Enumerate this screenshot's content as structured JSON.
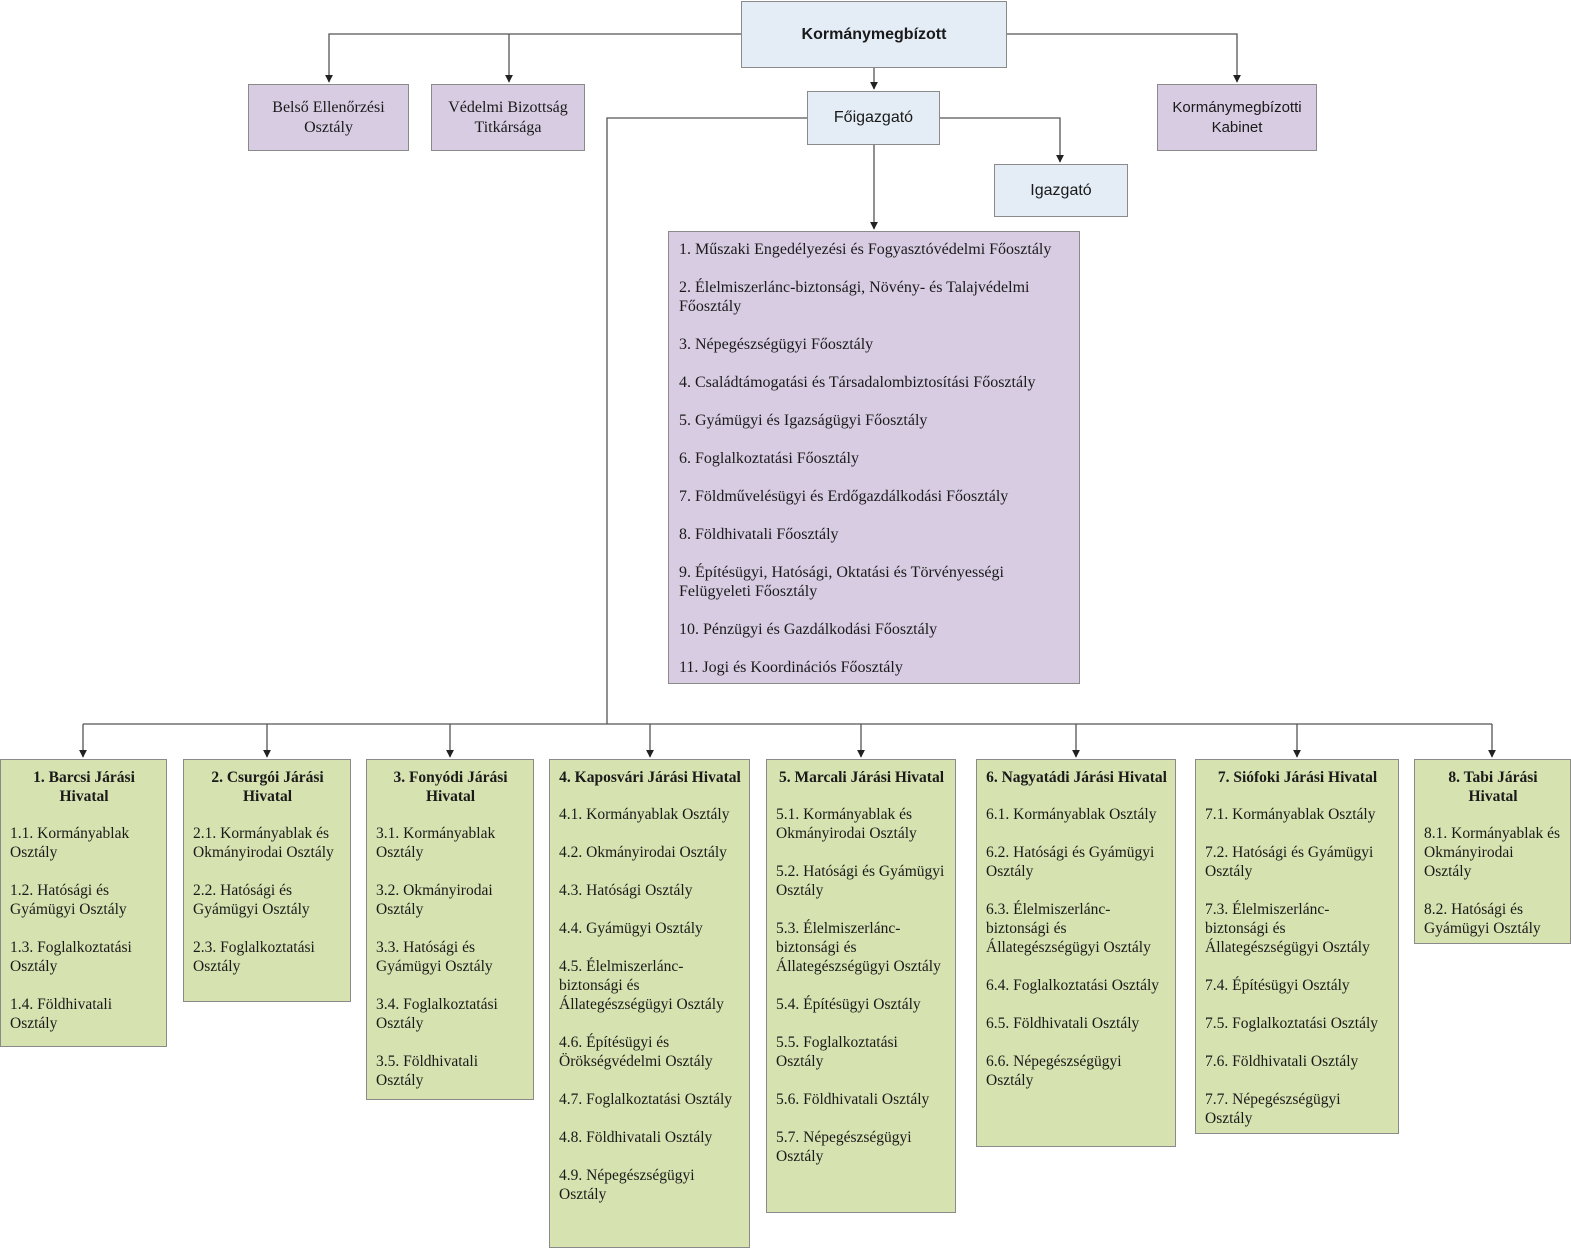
{
  "top": {
    "kormanymegbizott": "Kormánymegbízott",
    "belso_ellenorzesi": "Belső Ellenőrzési Osztály",
    "vedelmi_bizottsag": "Védelmi Bizottság Titkársága",
    "foigazgato": "Főigazgató",
    "kabinet": "Kormánymegbízotti Kabinet",
    "igazgato": "Igazgató"
  },
  "foosztalyok": [
    "1. Műszaki Engedélyezési és Fogyasztóvédelmi Főosztály",
    "2. Élelmiszerlánc-biztonsági, Növény- és Talajvédelmi Főosztály",
    "3. Népegészségügyi Főosztály",
    "4. Családtámogatási és Társadalombiztosítási Főosztály",
    "5. Gyámügyi és Igazságügyi Főosztály",
    "6. Foglalkoztatási Főosztály",
    "7. Földművelésügyi és Erdőgazdálkodási Főosztály",
    "8. Földhivatali Főosztály",
    "9. Építésügyi, Hatósági, Oktatási és Törvényességi Felügyeleti Főosztály",
    "10. Pénzügyi és Gazdálkodási Főosztály",
    "11. Jogi és Koordinációs Főosztály"
  ],
  "jarasi_hivatalok": [
    {
      "title": "1. Barcsi Járási Hivatal",
      "items": [
        "1.1. Kormányablak Osztály",
        "1.2. Hatósági és Gyámügyi Osztály",
        "1.3. Foglalkoztatási Osztály",
        "1.4. Földhivatali Osztály"
      ]
    },
    {
      "title": "2. Csurgói Járási Hivatal",
      "items": [
        "2.1. Kormányablak és Okmányirodai Osztály",
        "2.2. Hatósági és Gyámügyi Osztály",
        "2.3. Foglalkoztatási Osztály"
      ]
    },
    {
      "title": "3. Fonyódi Járási Hivatal",
      "items": [
        "3.1. Kormányablak Osztály",
        "3.2. Okmányirodai Osztály",
        "3.3. Hatósági és Gyámügyi Osztály",
        "3.4. Foglalkoztatási Osztály",
        "3.5. Földhivatali Osztály"
      ]
    },
    {
      "title": "4. Kaposvári Járási Hivatal",
      "items": [
        "4.1. Kormányablak Osztály",
        "4.2. Okmányirodai Osztály",
        "4.3. Hatósági Osztály",
        "4.4. Gyámügyi Osztály",
        "4.5. Élelmiszerlánc-biztonsági és Állategészségügyi Osztály",
        "4.6. Építésügyi és Örökségvédelmi Osztály",
        "4.7. Foglalkoztatási Osztály",
        "4.8. Földhivatali Osztály",
        "4.9. Népegészségügyi Osztály"
      ]
    },
    {
      "title": "5. Marcali Járási Hivatal",
      "items": [
        "5.1. Kormányablak és Okmányirodai Osztály",
        "5.2. Hatósági és Gyámügyi Osztály",
        "5.3. Élelmiszerlánc-biztonsági és Állategészségügyi Osztály",
        "5.4. Építésügyi Osztály",
        "5.5. Foglalkoztatási Osztály",
        "5.6. Földhivatali Osztály",
        "5.7. Népegészségügyi Osztály"
      ]
    },
    {
      "title": "6. Nagyatádi Járási Hivatal",
      "items": [
        "6.1. Kormányablak Osztály",
        "6.2. Hatósági és Gyámügyi Osztály",
        "6.3. Élelmiszerlánc-biztonsági és Állategészségügyi Osztály",
        "6.4. Foglalkoztatási Osztály",
        "6.5. Földhivatali Osztály",
        "6.6. Népegészségügyi Osztály"
      ]
    },
    {
      "title": "7. Siófoki Járási Hivatal",
      "items": [
        "7.1. Kormányablak Osztály",
        "7.2. Hatósági és Gyámügyi Osztály",
        "7.3. Élelmiszerlánc-biztonsági és Állategészségügyi Osztály",
        "7.4. Építésügyi Osztály",
        "7.5. Foglalkoztatási Osztály",
        "7.6. Földhivatali Osztály",
        "7.7. Népegészségügyi Osztály"
      ]
    },
    {
      "title": "8. Tabi Járási Hivatal",
      "items": [
        "8.1. Kormányablak és Okmányirodai Osztály",
        "8.2. Hatósági és Gyámügyi Osztály"
      ]
    }
  ],
  "colors": {
    "leader_box": "#e4ecf6",
    "staff_box": "#d8cce3",
    "district_box": "#d6e2b0",
    "connector": "#555555"
  }
}
